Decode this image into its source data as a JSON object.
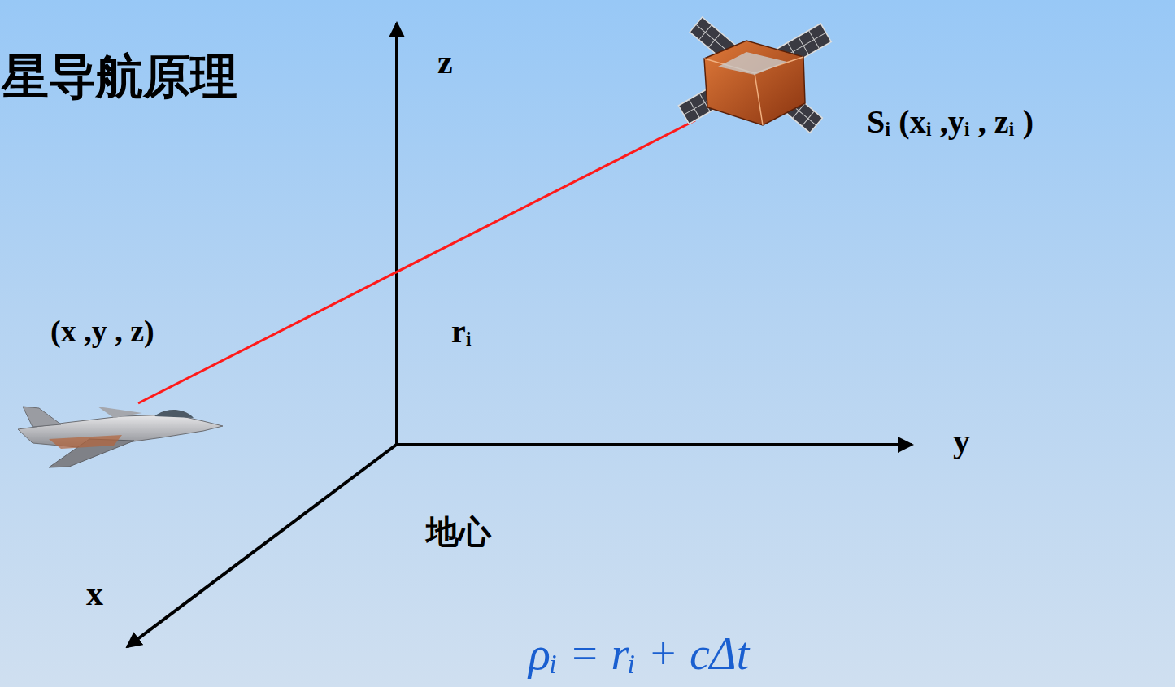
{
  "diagram": {
    "title": "星导航原理",
    "labels": [
      "z",
      "Sᵢ (xᵢ ,yᵢ , zᵢ )",
      "(x ,y , z)",
      "rᵢ",
      "y",
      "地心",
      "x",
      "ρᵢ = rᵢ + cΔt"
    ]
  }
}
